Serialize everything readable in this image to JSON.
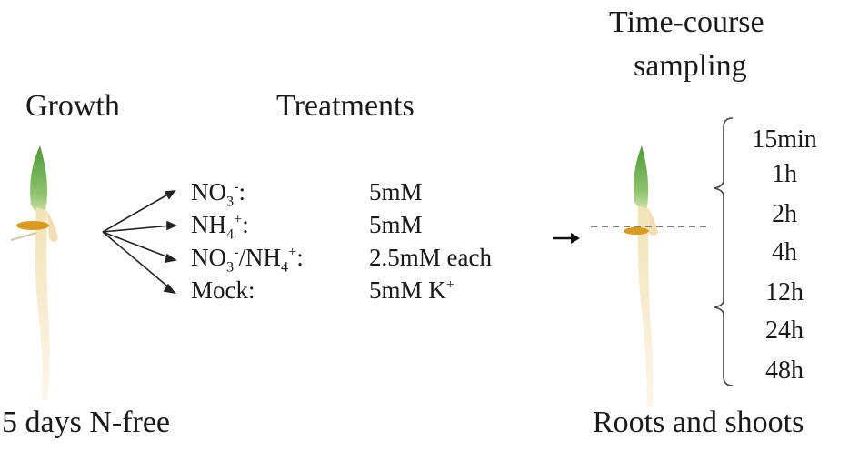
{
  "headings": {
    "growth": "Growth",
    "treatments": "Treatments",
    "sampling_line1": "Time-course",
    "sampling_line2": "sampling"
  },
  "footers": {
    "left": "5 days N-free",
    "right": "Roots and shoots"
  },
  "treatments": [
    {
      "ion_base": "NO",
      "ion_sub": "3",
      "ion_sup": "-",
      "ion_suffix": ":",
      "concentration": "5mM"
    },
    {
      "ion_base": "NH",
      "ion_sub": "4",
      "ion_sup": "+",
      "ion_suffix": ":",
      "concentration": "5mM"
    },
    {
      "ion_base": "NO",
      "ion_sub": "3",
      "ion_sup": "-",
      "ion_mid": "/NH",
      "ion_sub2": "4",
      "ion_sup2": "+",
      "ion_suffix": ":",
      "concentration": "2.5mM each"
    },
    {
      "label": "Mock:",
      "concentration_base": "5mM K",
      "concentration_sup": "+"
    }
  ],
  "time_points": [
    "15min",
    "1h",
    "2h",
    "4h",
    "12h",
    "24h",
    "48h"
  ],
  "colors": {
    "leaf_green": "#6fb04a",
    "stem_cream": "#f3dba8",
    "seed_orange": "#d99a1e",
    "line_dark": "#222222",
    "dash_gray": "#555555"
  }
}
